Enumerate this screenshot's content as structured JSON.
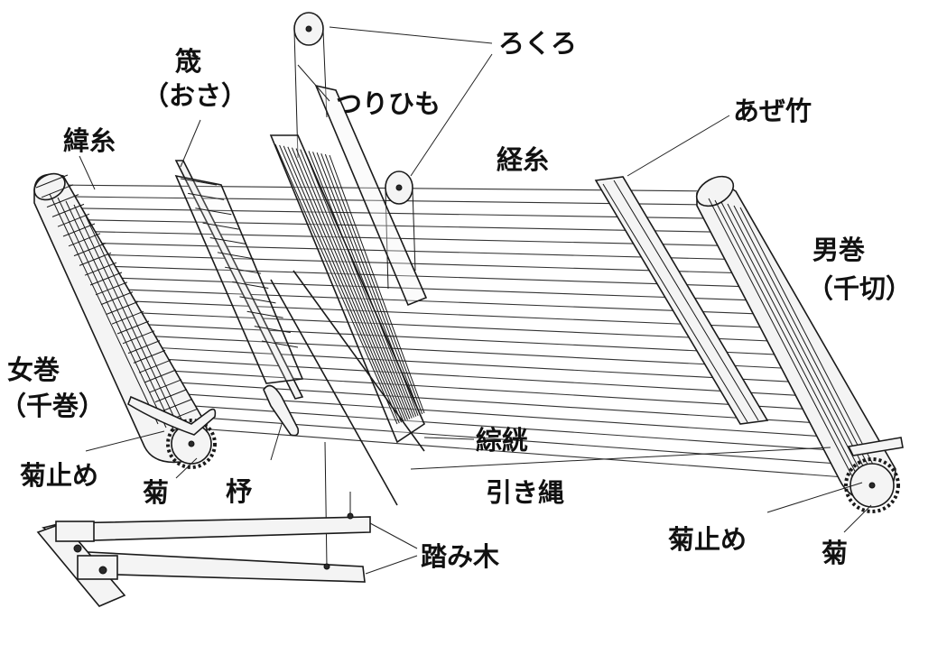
{
  "labels": {
    "rokuro": "ろくろ",
    "tsurihimo": "つりひも",
    "osa": "筬",
    "osa_reading": "（おさ）",
    "yokoito": "緯糸",
    "tateito": "経糸",
    "azedake": "あぜ竹",
    "omaki": "男巻",
    "omaki_sub": "（千切）",
    "memaki": "女巻",
    "memaki_sub": "（千巻）",
    "kikudome_left": "菊止め",
    "kiku_left": "菊",
    "hi": "杼",
    "soukou": "綜絖",
    "hikinawa": "引き縄",
    "kikudome_right": "菊止め",
    "kiku_right": "菊",
    "fumiki": "踏み木"
  },
  "colors": {
    "ink": "#1a1a1a",
    "paper": "#ffffff"
  }
}
